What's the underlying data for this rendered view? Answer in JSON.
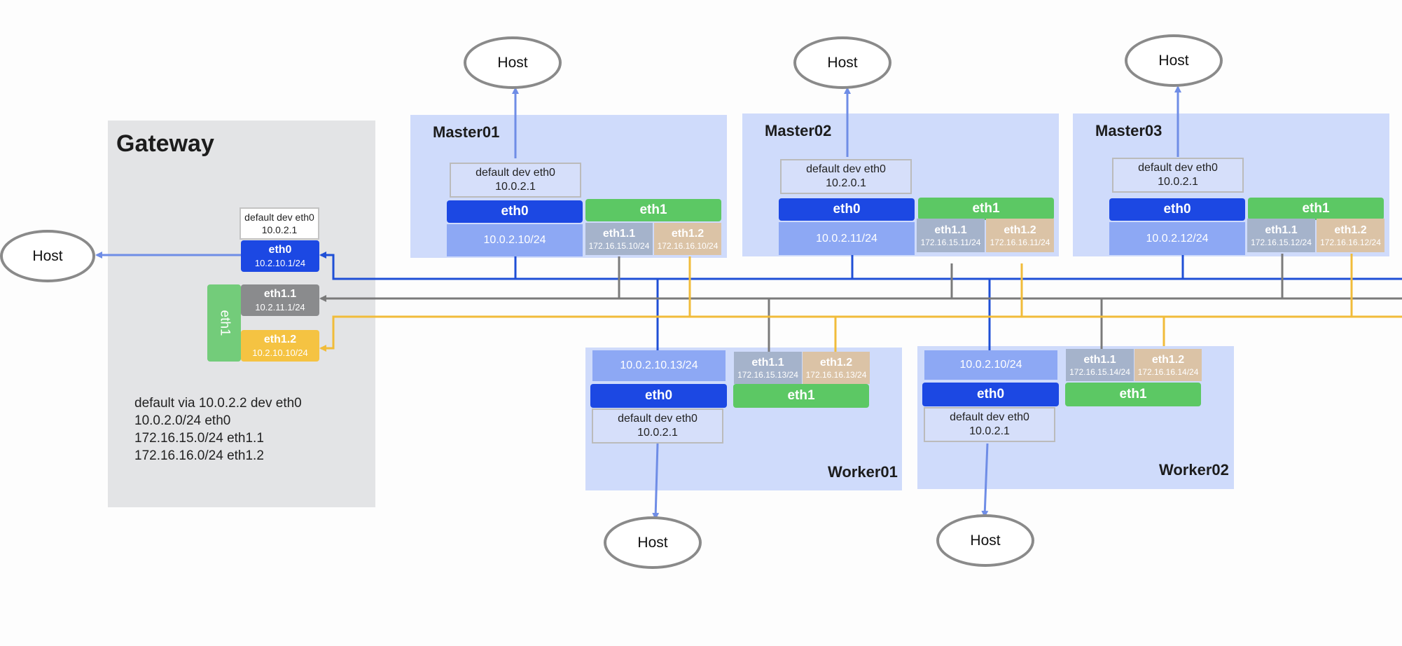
{
  "colors": {
    "eth0": "#1c48e3",
    "eth0_ip": "#8da8f4",
    "eth1": "#5cc864",
    "eth1_1": "#a5b3cb",
    "eth1_2": "#dbc3a6",
    "gateway_eth1_1": "#8a8b8d",
    "gateway_eth1_2": "#f5c342",
    "line_eth0": "#1f4fd6",
    "line_eth1_1": "#7a7a7a",
    "line_eth1_2": "#f1bc3a",
    "host_arrow": "#6f8de6",
    "node_panel": "#cfdbfb",
    "gateway_panel": "#e3e4e6"
  },
  "hosts": {
    "label": "Host"
  },
  "gateway": {
    "title": "Gateway",
    "route_line1": "default dev eth0",
    "route_line2": "10.0.2.1",
    "eth0": {
      "name": "eth0",
      "ip": "10.2.10.1/24"
    },
    "eth1": {
      "name": "eth1"
    },
    "eth1_1": {
      "name": "eth1.1",
      "ip": "10.2.11.1/24"
    },
    "eth1_2": {
      "name": "eth1.2",
      "ip": "10.2.10.10/24"
    },
    "routes": [
      "default via 10.0.2.2 dev eth0",
      "10.0.2.0/24 eth0",
      "172.16.15.0/24 eth1.1",
      "172.16.16.0/24 eth1.2"
    ]
  },
  "nodes": [
    {
      "name": "Master01",
      "route_line1": "default dev eth0",
      "route_line2": "10.0.2.1",
      "eth0": "eth0",
      "eth0_ip": "10.0.2.10/24",
      "eth1": "eth1",
      "eth1_1": "eth1.1",
      "eth1_1_ip": "172.16.15.10/24",
      "eth1_2": "eth1.2",
      "eth1_2_ip": "172.16.16.10/24"
    },
    {
      "name": "Master02",
      "route_line1": "default dev eth0",
      "route_line2": "10.2.0.1",
      "eth0": "eth0",
      "eth0_ip": "10.0.2.11/24",
      "eth1": "eth1",
      "eth1_1": "eth1.1",
      "eth1_1_ip": "172.16.15.11/24",
      "eth1_2": "eth1.2",
      "eth1_2_ip": "172.16.16.11/24"
    },
    {
      "name": "Master03",
      "route_line1": "default dev eth0",
      "route_line2": "10.0.2.1",
      "eth0": "eth0",
      "eth0_ip": "10.0.2.12/24",
      "eth1": "eth1",
      "eth1_1": "eth1.1",
      "eth1_1_ip": "172.16.15.12/24",
      "eth1_2": "eth1.2",
      "eth1_2_ip": "172.16.16.12/24"
    },
    {
      "name": "Worker01",
      "route_line1": "default dev eth0",
      "route_line2": "10.0.2.1",
      "eth0": "eth0",
      "eth0_ip": "10.0.2.10.13/24",
      "eth1": "eth1",
      "eth1_1": "eth1.1",
      "eth1_1_ip": "172.16.15.13/24",
      "eth1_2": "eth1.2",
      "eth1_2_ip": "172.16.16.13/24"
    },
    {
      "name": "Worker02",
      "route_line1": "default dev eth0",
      "route_line2": "10.0.2.1",
      "eth0": "eth0",
      "eth0_ip": "10.0.2.10/24",
      "eth1": "eth1",
      "eth1_1": "eth1.1",
      "eth1_1_ip": "172.16.15.14/24",
      "eth1_2": "eth1.2",
      "eth1_2_ip": "172.16.16.14/24"
    }
  ]
}
